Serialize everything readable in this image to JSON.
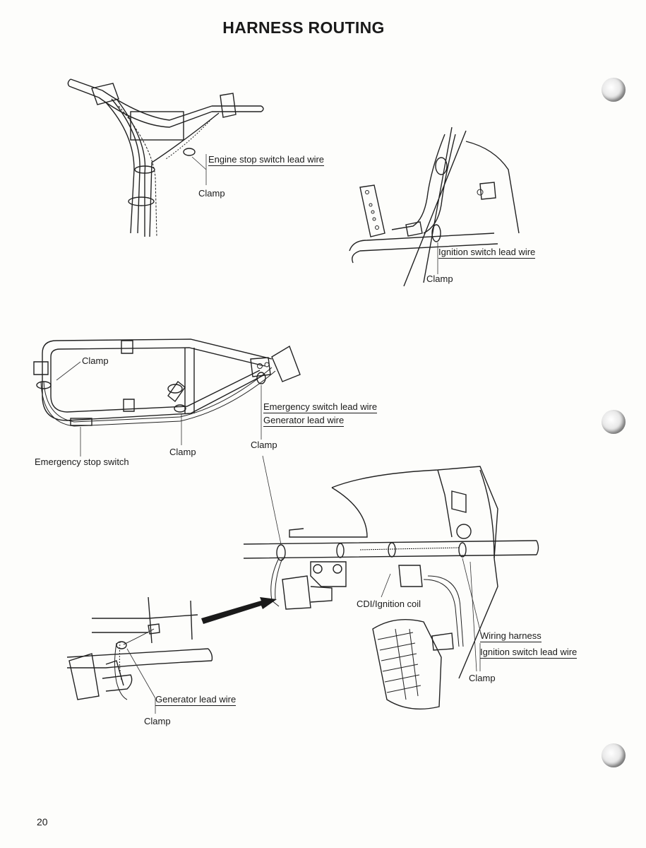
{
  "page": {
    "title": "HARNESS ROUTING",
    "page_number": "20"
  },
  "labels": {
    "engine_stop_switch_lead_wire": "Engine stop switch lead wire",
    "clamp_handlebar": "Clamp",
    "ignition_switch_lead_wire_top": "Ignition switch lead wire",
    "clamp_ignition_top": "Clamp",
    "clamp_frame": "Clamp",
    "emergency_switch_lead_wire": "Emergency switch lead wire",
    "generator_lead_wire_mid": "Generator lead wire",
    "clamp_mid_right": "Clamp",
    "emergency_stop_switch": "Emergency stop switch",
    "clamp_mid_left": "Clamp",
    "cdi_ignition_coil": "CDI/Ignition coil",
    "wiring_harness": "Wiring harness",
    "ignition_switch_lead_wire_bottom": "Ignition switch lead wire",
    "clamp_bottom_right": "Clamp",
    "generator_lead_wire_bottom": "Generator lead wire",
    "clamp_bottom_left": "Clamp"
  },
  "binder_holes": 3
}
